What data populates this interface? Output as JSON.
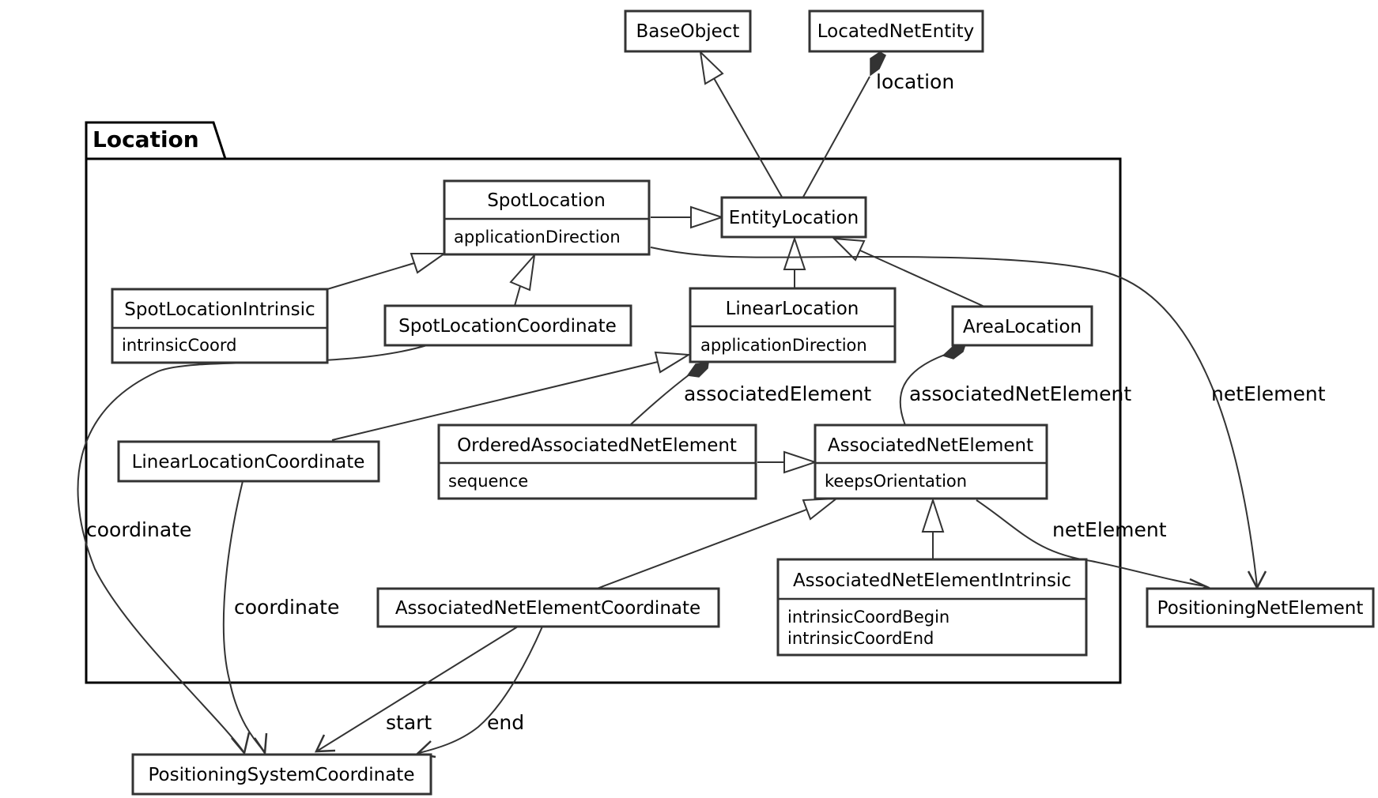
{
  "package": {
    "name": "Location"
  },
  "classes": {
    "base_object": {
      "name": "BaseObject"
    },
    "located_net_entity": {
      "name": "LocatedNetEntity"
    },
    "spot_location": {
      "name": "SpotLocation",
      "attributes": [
        "applicationDirection"
      ]
    },
    "entity_location": {
      "name": "EntityLocation"
    },
    "spot_location_intrinsic": {
      "name": "SpotLocationIntrinsic",
      "attributes": [
        "intrinsicCoord"
      ]
    },
    "spot_location_coordinate": {
      "name": "SpotLocationCoordinate"
    },
    "linear_location": {
      "name": "LinearLocation",
      "attributes": [
        "applicationDirection"
      ]
    },
    "area_location": {
      "name": "AreaLocation"
    },
    "linear_location_coordinate": {
      "name": "LinearLocationCoordinate"
    },
    "ordered_associated_net_element": {
      "name": "OrderedAssociatedNetElement",
      "attributes": [
        "sequence"
      ]
    },
    "associated_net_element": {
      "name": "AssociatedNetElement",
      "attributes": [
        "keepsOrientation"
      ]
    },
    "associated_net_element_coordinate": {
      "name": "AssociatedNetElementCoordinate"
    },
    "associated_net_element_intrinsic": {
      "name": "AssociatedNetElementIntrinsic",
      "attributes": [
        "intrinsicCoordBegin",
        "intrinsicCoordEnd"
      ]
    },
    "positioning_net_element": {
      "name": "PositioningNetElement"
    },
    "positioning_system_coordinate": {
      "name": "PositioningSystemCoordinate"
    }
  },
  "roles": {
    "location": "location",
    "associated_element": "associatedElement",
    "associated_net_element": "associatedNetElement",
    "net_element_spot": "netElement",
    "net_element_associated": "netElement",
    "coordinate_spot": "coordinate",
    "coordinate_linear": "coordinate",
    "start": "start",
    "end": "end"
  }
}
